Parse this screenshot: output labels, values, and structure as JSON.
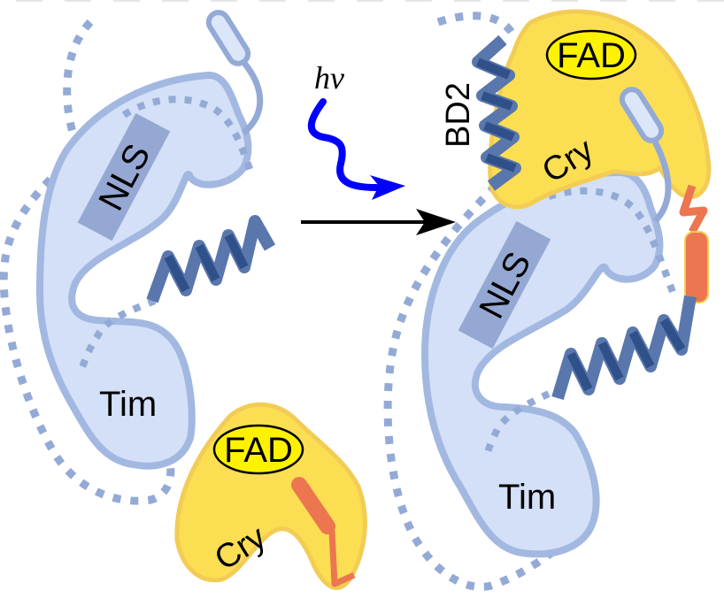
{
  "diagram": {
    "title": "Light-induced Cryptochrome (Cry) binding to Timeless (Tim)",
    "light_label": "hν",
    "colors": {
      "tim_fill": "#d4e0f7",
      "tim_stroke": "#a2b8e0",
      "dashed_outline": "#94aad6",
      "nls_box": "#95a8d3",
      "helix_dark": "#30508a",
      "helix_light": "#5a77ad",
      "cry_fill": "#fbde52",
      "cry_stroke": "#f2cc55",
      "fad_fill": "#fff200",
      "ctt_fill": "#ec7650",
      "photon_arrow": "#0000ff",
      "reaction_arrow": "#000000"
    },
    "left_state": {
      "tim": {
        "label": "Tim",
        "nls_label": "NLS"
      },
      "cry": {
        "label": "Cry",
        "cofactor_label": "FAD"
      }
    },
    "right_state": {
      "tim": {
        "label": "Tim",
        "nls_label": "NLS"
      },
      "cry": {
        "label": "Cry",
        "cofactor_label": "FAD"
      },
      "helix_label": "BD2"
    }
  }
}
